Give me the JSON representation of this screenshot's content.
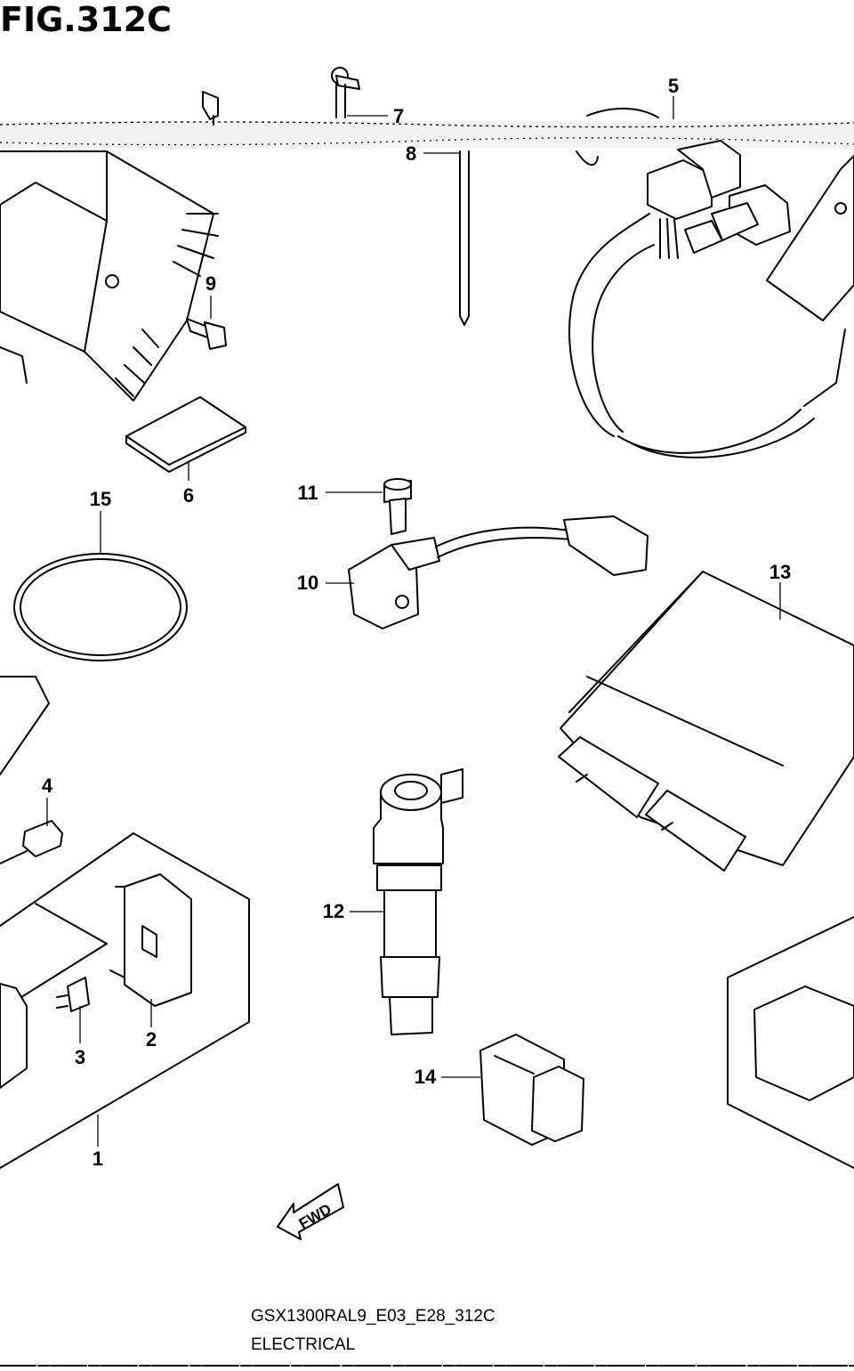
{
  "figure": {
    "title": "FIG.312C",
    "code": "GSX1300RAL9_E03_E28_312C",
    "name": "ELECTRICAL"
  },
  "callouts": {
    "c1": "1",
    "c2": "2",
    "c3": "3",
    "c4": "4",
    "c5": "5",
    "c6": "6",
    "c7": "7",
    "c8": "8",
    "c9": "9",
    "c10": "10",
    "c11": "11",
    "c12": "12",
    "c13": "13",
    "c14": "14",
    "c15": "15"
  },
  "direction_marker": "FWD"
}
